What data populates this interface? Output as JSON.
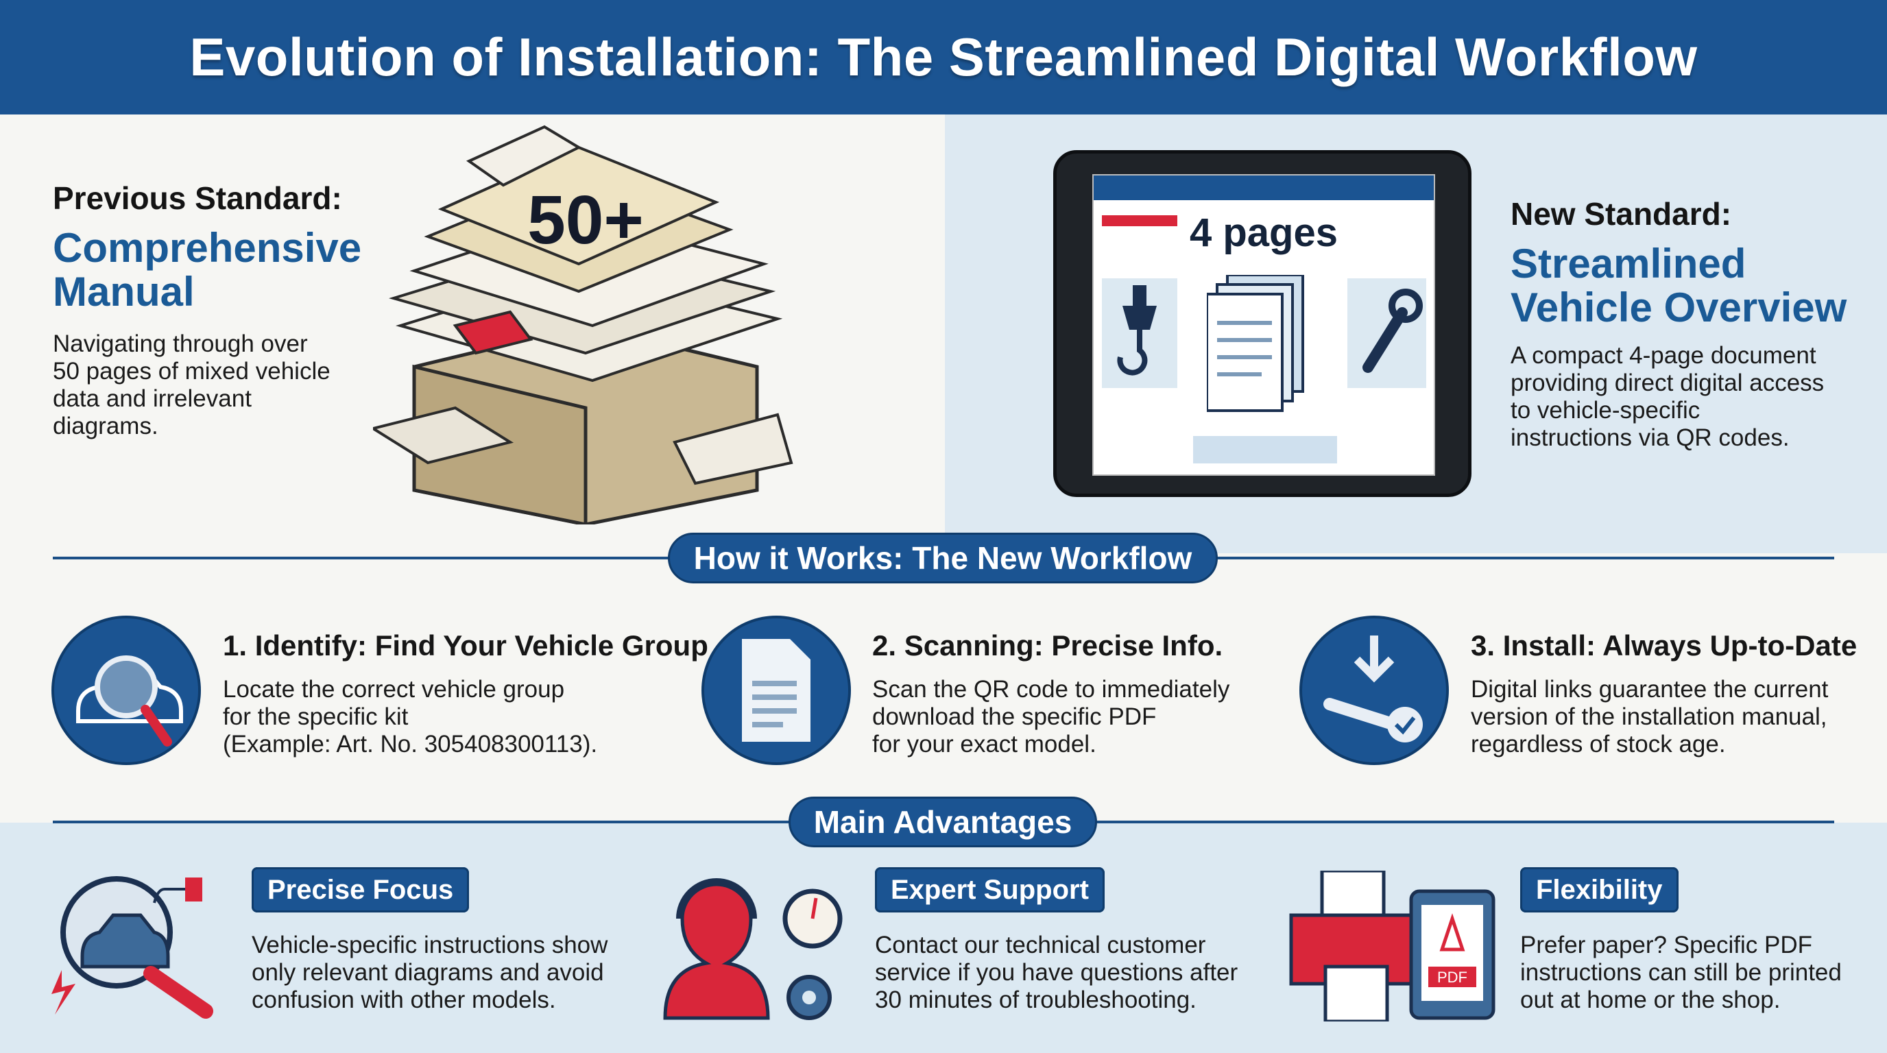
{
  "header": {
    "title": "Evolution of Installation: The Streamlined Digital Workflow"
  },
  "previous": {
    "kicker": "Previous Standard:",
    "title_line1": "Comprehensive",
    "title_line2": "Manual",
    "description": [
      "Navigating through over",
      "50 pages of mixed vehicle",
      "data and irrelevant",
      "diagrams."
    ],
    "badge": "50+"
  },
  "new_standard": {
    "kicker": "New Standard:",
    "title_line1": "Streamlined",
    "title_line2": "Vehicle Overview",
    "description": [
      "A compact 4-page document",
      "providing direct digital access",
      "to vehicle-specific",
      "instructions via QR codes."
    ],
    "tablet_label": "4 pages"
  },
  "workflow": {
    "heading": "How it Works: The New Workflow",
    "steps": [
      {
        "title": "1. Identify: Find Your Vehicle Group",
        "body": [
          "Locate the correct vehicle group",
          "for the specific kit",
          "(Example: Art. No. 305408300113)."
        ],
        "icon": "car-magnifier-icon"
      },
      {
        "title": "2. Scanning: Precise Info.",
        "body": [
          "Scan the QR code to immediately",
          "download the specific PDF",
          "for your exact model."
        ],
        "icon": "document-icon"
      },
      {
        "title": "3. Install: Always Up-to-Date",
        "body": [
          "Digital links guarantee the current",
          "version of the installation manual,",
          "regardless of stock age."
        ],
        "icon": "download-wrench-check-icon"
      }
    ]
  },
  "advantages": {
    "heading": "Main Advantages",
    "items": [
      {
        "label": "Precise Focus",
        "body": [
          "Vehicle-specific instructions show",
          "only relevant diagrams and avoid",
          "confusion with other models."
        ]
      },
      {
        "label": "Expert Support",
        "body": [
          "Contact our technical customer",
          "service if you have questions after",
          "30 minutes of troubleshooting."
        ]
      },
      {
        "label": "Flexibility",
        "body": [
          "Prefer paper? Specific PDF",
          "instructions can still be printed",
          "out at home or the shop."
        ],
        "pdf_label": "PDF"
      }
    ]
  },
  "colors": {
    "primary": "#1b5492",
    "accent": "#d9263a",
    "light_panel": "#dce9f2"
  }
}
